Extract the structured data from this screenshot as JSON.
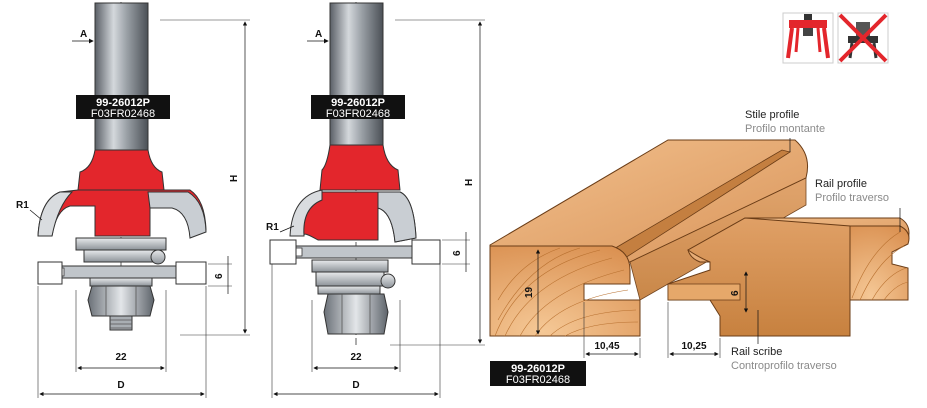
{
  "left_bit": {
    "code": "99-26012P",
    "ref": "F03FR02468",
    "dim_a": "A",
    "dim_h": "H",
    "dim_r": "R1",
    "dim_6": "6",
    "dim_22": "22",
    "dim_d": "D"
  },
  "right_bit": {
    "code": "99-26012P",
    "ref": "F03FR02468",
    "dim_a": "A",
    "dim_h": "H",
    "dim_r": "R1",
    "dim_6": "6",
    "dim_22": "22",
    "dim_d": "D"
  },
  "wood": {
    "stile_en": "Stile profile",
    "stile_it": "Profilo montante",
    "rail_en": "Rail profile",
    "rail_it": "Profilo traverso",
    "scribe_en": "Rail scribe",
    "scribe_it": "Controprofilo traverso",
    "dim_19": "19",
    "dim_6": "6",
    "dim_1045": "10,45",
    "dim_1025": "10,25",
    "code": "99-26012P",
    "ref": "F03FR02468"
  },
  "icons": {
    "allowed": "router-table-icon",
    "not_allowed": "handheld-router-crossed-icon"
  },
  "colors": {
    "cutter_red": "#e3262c",
    "wood": "#d9955b",
    "steel": "#9aa0a6"
  }
}
